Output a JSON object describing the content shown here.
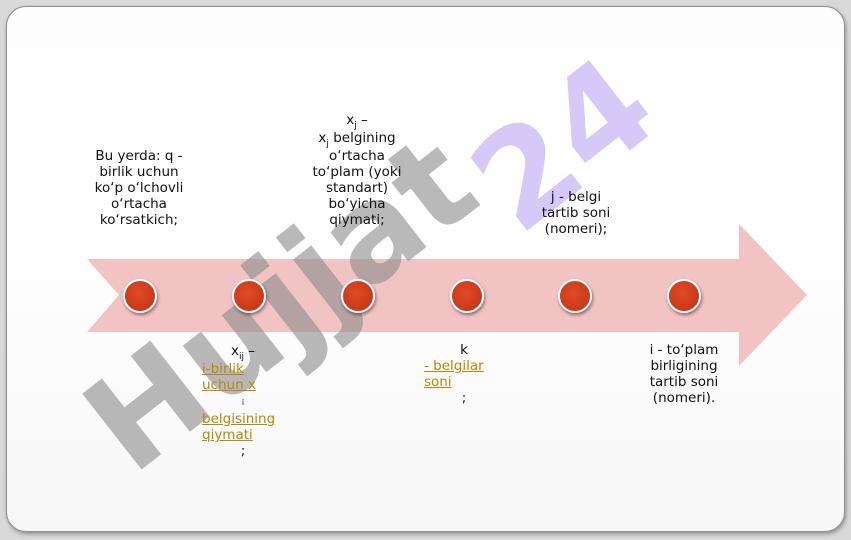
{
  "colors": {
    "arrow": "#f0b8b8",
    "dot": "#c9391a",
    "link": "#b8860b",
    "watermark_gray": "#8a8a8a",
    "watermark_purple": "#b79cf0"
  },
  "top_labels": {
    "q": "Bu yerda: q - birlik uchun ko‘p o‘lchovli o‘rtacha ko‘rsatkich;",
    "xj_var": "x",
    "xj_sub": "j",
    "xj_dash": " –",
    "xj_var2": "x",
    "xj_sub2": "j",
    "xj_rest": " belgining o‘rtacha to‘plam (yoki standart) bo‘yicha qiymati;",
    "j": "j - belgi tartib soni (nomeri);"
  },
  "bottom_labels": {
    "xij_var": "x",
    "xij_sub": "ij",
    "xij_dash": " –",
    "xij_link1": "i-birlik uchun x",
    "xij_sub2": "i",
    "xij_link2": "belgisining qiymati",
    "xij_end": ";",
    "k_var": "k",
    "k_link": "- belgilar soni",
    "k_end": ";",
    "i": "i - to‘plam birligining tartib soni (nomeri)."
  },
  "watermark": {
    "gray": "Hujjat",
    "purple": "24"
  }
}
